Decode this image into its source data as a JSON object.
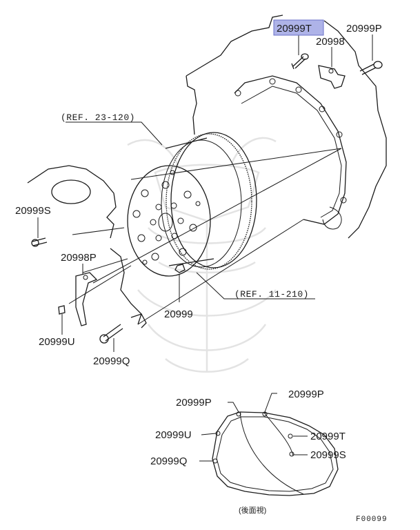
{
  "diagram": {
    "figure_code": "F00099",
    "view_caption": "(後面視)",
    "callouts": {
      "bolt_t_top": "20999T",
      "bolt_p_top": "20999P",
      "bracket_top": "20998",
      "ref_flywheel": "(REF. 23-120)",
      "bolt_s": "20999S",
      "bracket_p": "20998P",
      "ref_plate": "(REF. 11-210)",
      "nut": "20999",
      "bolt_u": "20999U",
      "bolt_q": "20999Q",
      "rear_p": "20999P",
      "rear_p2": "20999P",
      "rear_u": "20999U",
      "rear_t": "20999T",
      "rear_q": "20999Q",
      "rear_s": "20999S"
    },
    "highlight_color": "#aeb3e8"
  }
}
